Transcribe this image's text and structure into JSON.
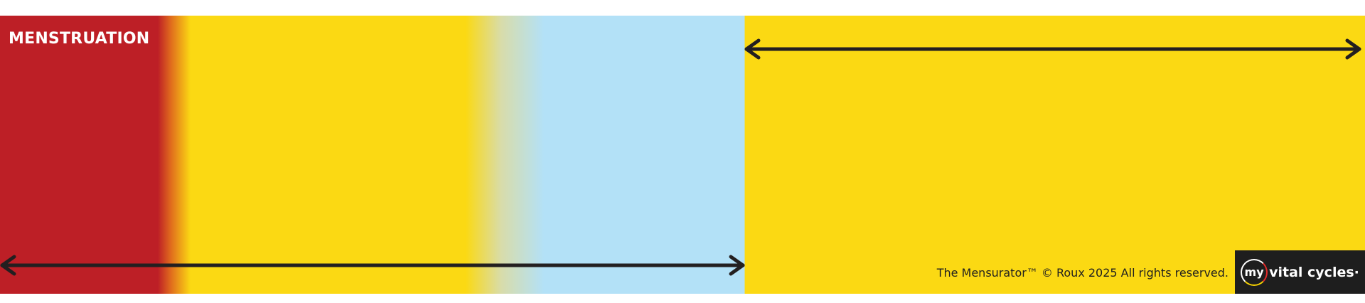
{
  "phase": {
    "title": "MENSTRUATION"
  },
  "footer": {
    "copyright": "The Mensurator™ © Roux 2025 All rights reserved."
  },
  "logo": {
    "ring_text": "my",
    "text": "vital cycles·"
  },
  "colors": {
    "menstruation_red": "#bd1f26",
    "yellow": "#fbd913",
    "light_blue": "#b3e1f7",
    "arrow": "#231f20",
    "logo_bg": "#1e1e1e"
  },
  "icons": {
    "arrow_top": "double-headed-arrow-icon",
    "arrow_bottom": "double-headed-arrow-icon"
  }
}
